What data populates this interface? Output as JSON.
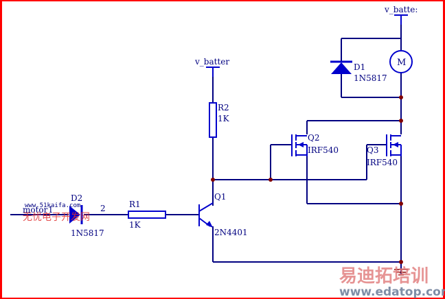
{
  "schematic": {
    "title": "Motor driver schematic",
    "colors": {
      "wire": "#000080",
      "component": "#0000cc",
      "junction": "#800000",
      "border": "#ff0000"
    },
    "net_labels": {
      "input": "motor",
      "input_pin1": "1",
      "input_pin2": "2",
      "vbat_q1": "v_batter",
      "vbat_motor": "v_batte:"
    },
    "components": {
      "D2": {
        "ref": "D2",
        "value": "1N5817"
      },
      "R1": {
        "ref": "R1",
        "value": "1K"
      },
      "R2": {
        "ref": "R2",
        "value": "1K"
      },
      "Q1": {
        "ref": "Q1",
        "value": "2N4401"
      },
      "Q2": {
        "ref": "Q2",
        "value": "IRF540"
      },
      "Q3": {
        "ref": "Q3",
        "value": "IRF540"
      },
      "D1": {
        "ref": "D1",
        "value": "1N5817"
      },
      "M": {
        "ref": "M"
      }
    }
  },
  "watermarks": {
    "small_url": "www.51kaifa.com",
    "small_cn": "无忧电子开发网",
    "big_cn": "易迪拓培训",
    "big_url": "www.edatop.com"
  }
}
